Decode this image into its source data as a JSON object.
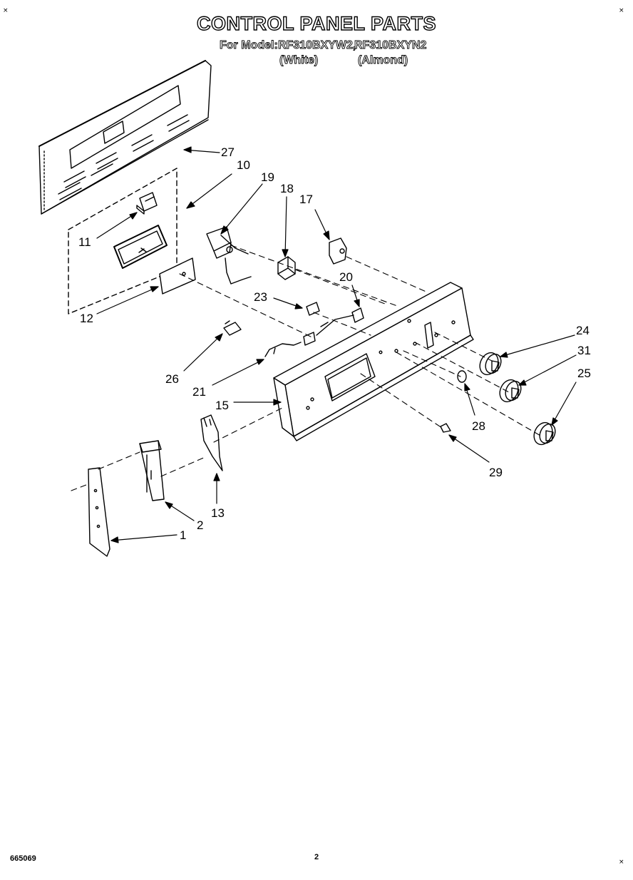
{
  "header": {
    "title": "CONTROL PANEL PARTS",
    "model_prefix": "For Model:",
    "model_1": "RF310BXYW2,",
    "model_2": "RF310BXYN2",
    "color_1": "(White)",
    "color_2": "(Almond)"
  },
  "callouts": {
    "c27": "27",
    "c10": "10",
    "c19": "19",
    "c18": "18",
    "c17": "17",
    "c11": "11",
    "c20": "20",
    "c23": "23",
    "c12": "12",
    "c24": "24",
    "c31": "31",
    "c25": "25",
    "c26": "26",
    "c21": "21",
    "c15": "15",
    "c28": "28",
    "c29": "29",
    "c13": "13",
    "c2": "2",
    "c1": "1"
  },
  "footer": {
    "doc_number": "665069",
    "page_number": "2"
  }
}
